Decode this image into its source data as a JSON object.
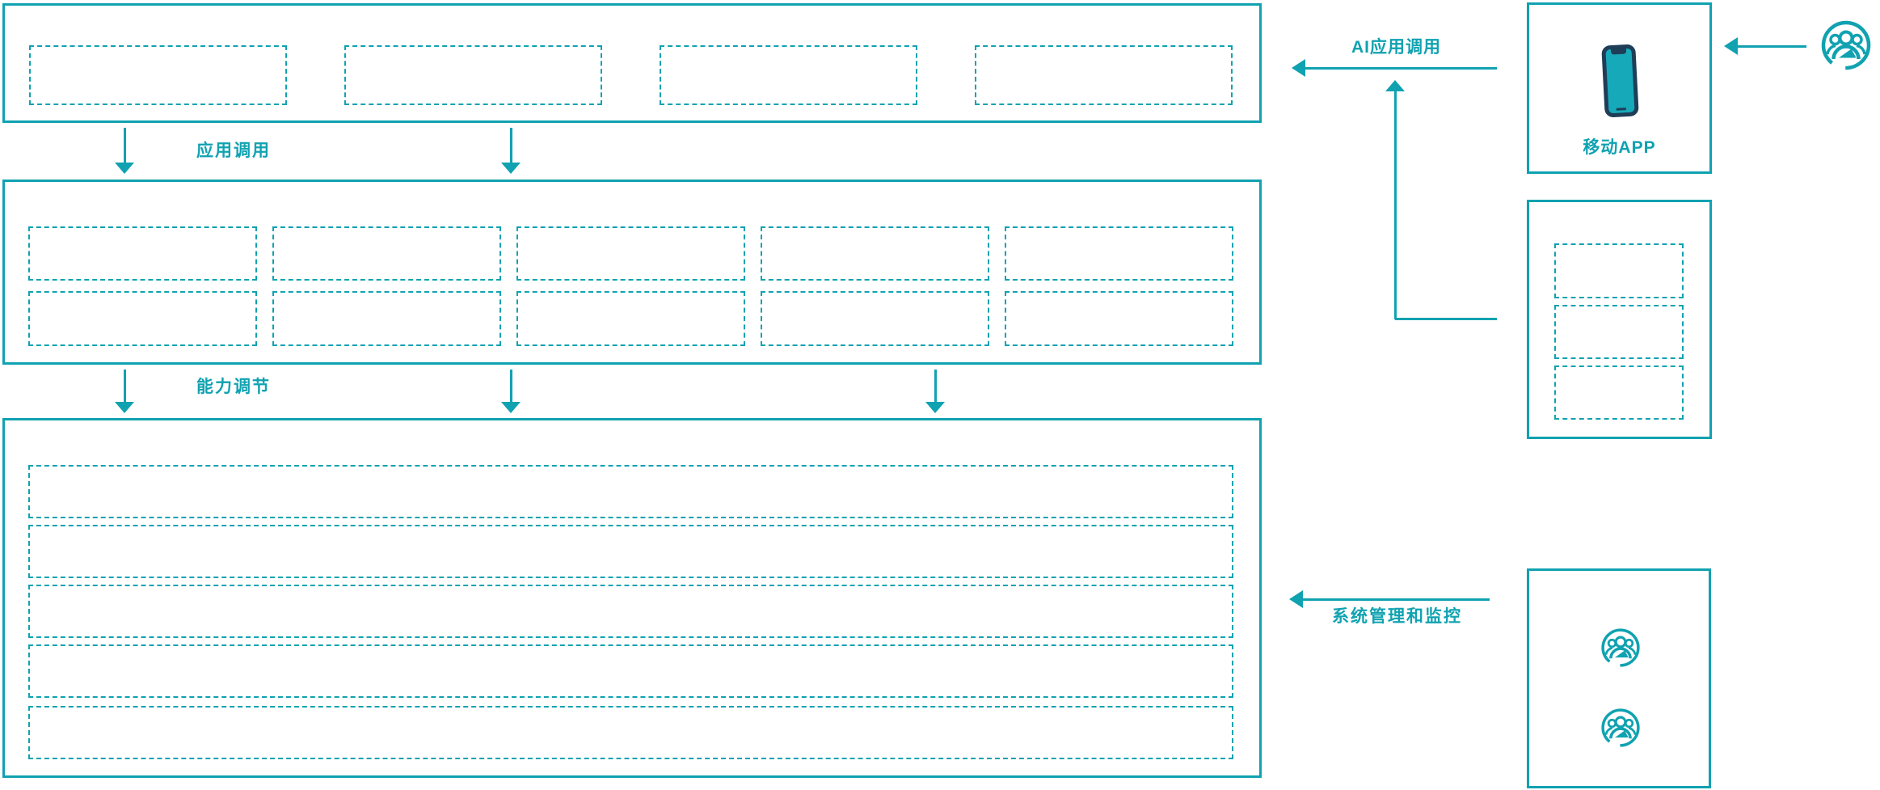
{
  "diagram": {
    "flow_labels": {
      "app_call": "应用调用",
      "capability_adjust": "能力调节",
      "ai_app_call": "AI应用调用",
      "system_management": "系统管理和监控"
    },
    "right_column": {
      "mobile_app_label": "移动APP",
      "mobile_app_placeholder_count": 0,
      "middle_box_placeholder_count": 3,
      "bottom_box_user_icon_count": 2
    },
    "bands": {
      "top": {
        "placeholder_count": 4
      },
      "middle": {
        "rows": 2,
        "columns": 5
      },
      "bottom": {
        "row_count": 5
      }
    },
    "icons": {
      "user_group": "user-group-icon",
      "smartphone": "smartphone-icon"
    },
    "colors": {
      "accent_teal": "#10A2B1",
      "phone_navy": "#1F3D57",
      "background": "#FFFFFF"
    }
  }
}
